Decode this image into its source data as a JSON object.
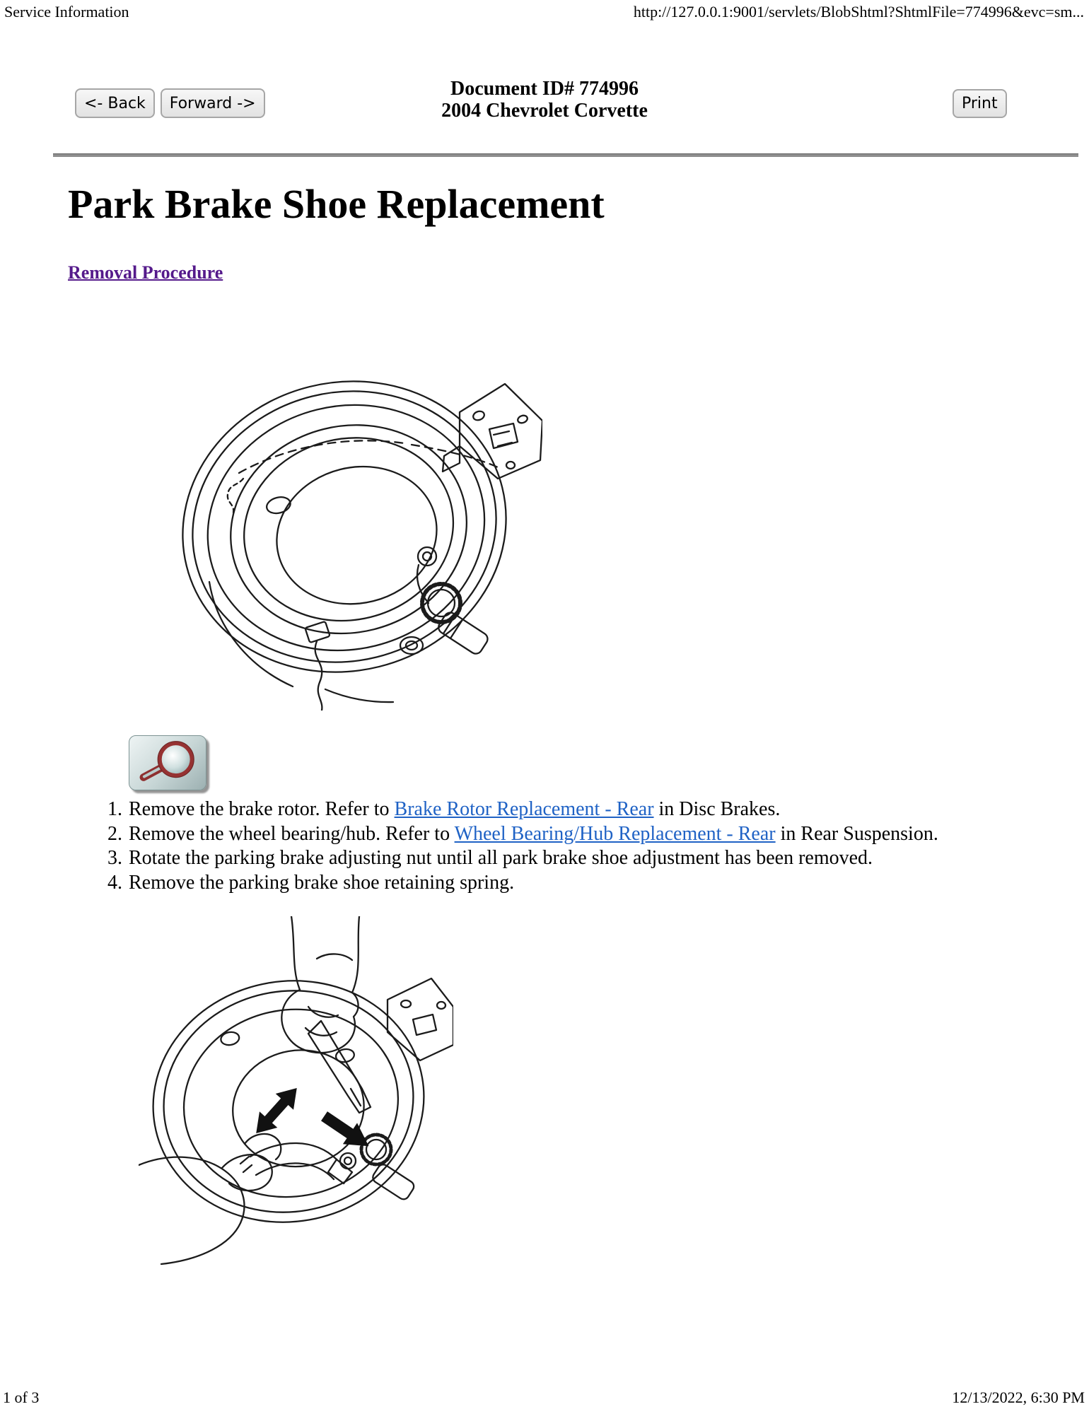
{
  "header": {
    "app_title": "Service Information",
    "url": "http://127.0.0.1:9001/servlets/BlobShtml?ShtmlFile=774996&evc=sm..."
  },
  "toolbar": {
    "back_label": "<- Back",
    "forward_label": "Forward ->",
    "print_label": "Print",
    "doc_id": "Document ID# 774996",
    "vehicle": "2004 Chevrolet Corvette"
  },
  "article": {
    "title": "Park Brake Shoe Replacement",
    "section_link": "Removal Procedure"
  },
  "steps": [
    {
      "num": "1.",
      "pre": "Remove the brake rotor. Refer to ",
      "link": "Brake Rotor Replacement - Rear",
      "post": " in Disc Brakes."
    },
    {
      "num": "2.",
      "pre": "Remove the wheel bearing/hub. Refer to ",
      "link": "Wheel Bearing/Hub Replacement - Rear",
      "post": " in Rear Suspension."
    },
    {
      "num": "3.",
      "pre": "Rotate the parking brake adjusting nut until all park brake shoe adjustment has been removed.",
      "link": "",
      "post": ""
    },
    {
      "num": "4.",
      "pre": "Remove the parking brake shoe retaining spring.",
      "link": "",
      "post": ""
    }
  ],
  "figures": {
    "figure1": "park-brake-shoe-assembly-line-drawing",
    "figure2": "hands-removing-retaining-spring-line-drawing",
    "zoom_icon": "magnifier"
  },
  "footer": {
    "page_indicator": "1 of 3",
    "timestamp": "12/13/2022, 6:30 PM"
  },
  "colors": {
    "link_blue": "#1f62c5",
    "visited_purple": "#551a8b",
    "rule_gray": "#8e8e8e",
    "button_face": "#ececec",
    "zoom_button_teal": "#b9cccc",
    "magnifier_red": "#963232"
  }
}
